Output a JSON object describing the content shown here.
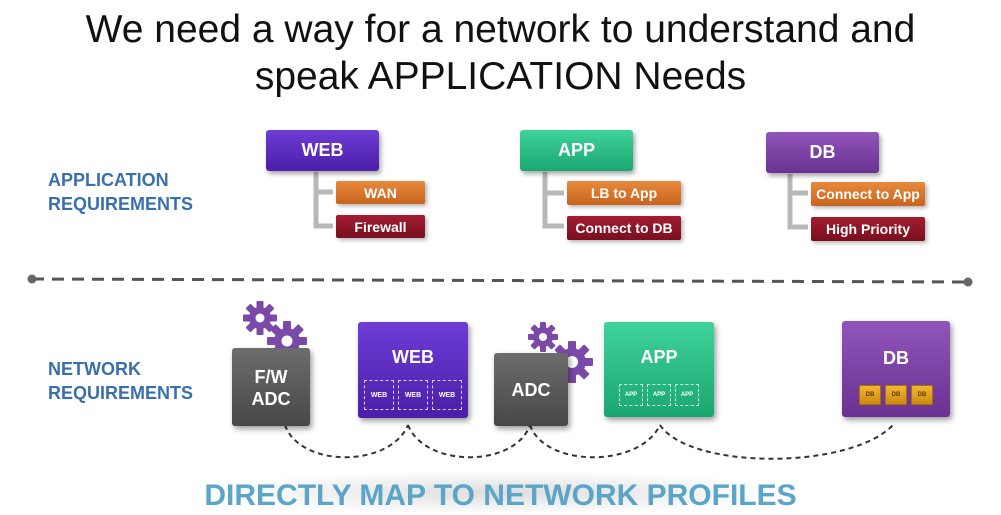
{
  "title_line1": "We need a way for a network to understand and",
  "title_line2": "speak APPLICATION Needs",
  "app_requirements_label": [
    "APPLICATION",
    "REQUIREMENTS"
  ],
  "network_requirements_label": [
    "NETWORK",
    "REQUIREMENTS"
  ],
  "app_tiers": [
    {
      "name": "WEB",
      "color": "#5a2fc0",
      "requirements": [
        "WAN",
        "Firewall"
      ]
    },
    {
      "name": "APP",
      "color": "#2fc389",
      "requirements": [
        "LB to App",
        "Connect to DB"
      ]
    },
    {
      "name": "DB",
      "color": "#7b40a6",
      "requirements": [
        "Connect to App",
        "High Priority"
      ]
    }
  ],
  "network": {
    "fw_adc": [
      "F/W",
      "ADC"
    ],
    "web": {
      "label": "WEB",
      "items": [
        "WEB",
        "WEB",
        "WEB"
      ]
    },
    "adc": "ADC",
    "app": {
      "label": "APP",
      "items": [
        "APP",
        "APP",
        "APP"
      ]
    },
    "db": {
      "label": "DB",
      "items": [
        "DB",
        "DB",
        "DB"
      ]
    }
  },
  "footer": "DIRECTLY MAP TO NETWORK PROFILES",
  "colors": {
    "orange": "#d9742b",
    "maroon": "#8c1526",
    "label_blue": "#3a6fae",
    "footer_blue": "#5aa5c8",
    "gear_purple": "#7b4aa8"
  }
}
